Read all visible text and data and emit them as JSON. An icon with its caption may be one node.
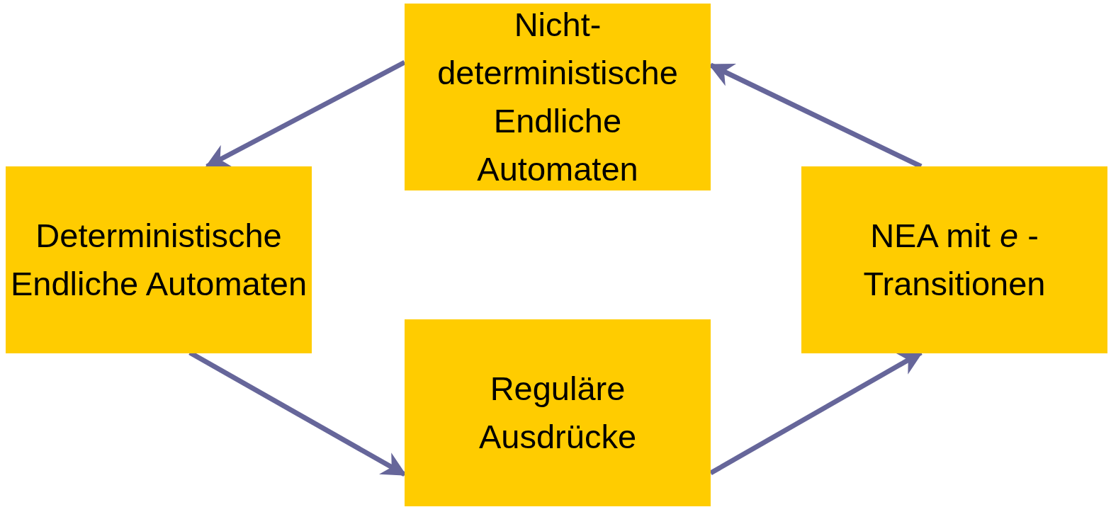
{
  "diagram": {
    "nodes": [
      {
        "text": [
          "Nicht-deterministische Endliche Automaten"
        ]
      },
      {
        "text": [
          "Deterministische Endliche Automaten"
        ]
      },
      {
        "text": [
          "NEA mit *e* -Transitionen"
        ]
      },
      {
        "text": [
          "Reguläre Ausdrücke"
        ]
      }
    ],
    "edges": [
      {
        "from": 0,
        "to": 1,
        "arrow": "to"
      },
      {
        "from": 1,
        "to": 3,
        "arrow": "to"
      },
      {
        "from": 3,
        "to": 2,
        "arrow": "to"
      },
      {
        "from": 2,
        "to": 0,
        "arrow": "to"
      }
    ]
  }
}
